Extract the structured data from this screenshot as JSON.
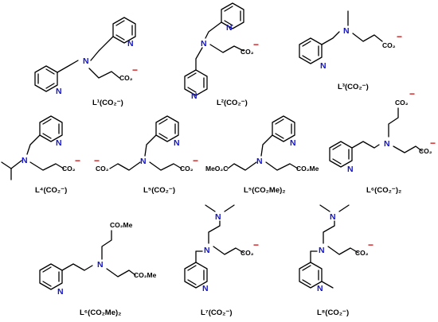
{
  "atoms": {
    "nitrogen": "N",
    "charge": "−"
  },
  "groups": {
    "carboxylate": "CO₂",
    "carboxylate_short": "CO₂",
    "ester": "CO₂Me",
    "methoxy_ester_left": "MeO₂C"
  },
  "labels": [
    "L¹(CO₂⁻)",
    "L²(CO₂⁻)",
    "L³(CO₂⁻)",
    "L⁴(CO₂⁻)",
    "L⁵(CO₂⁻)",
    "L⁵(CO₂Me)₂",
    "L⁶(CO₂⁻)₂",
    "L⁶(CO₂Me)₂",
    "L⁷(CO₂⁻)",
    "L⁸(CO₂⁻)"
  ],
  "colors": {
    "nitrogen": "#1414c8",
    "charge": "#d01010",
    "bond": "#000000"
  }
}
